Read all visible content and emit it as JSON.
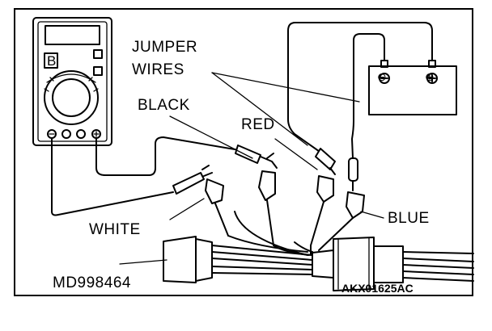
{
  "labels": {
    "jumper_wires_line1": "JUMPER",
    "jumper_wires_line2": "WIRES",
    "black": "BLACK",
    "red": "RED",
    "white": "WHITE",
    "blue": "BLUE",
    "tool": "MD998464",
    "figure_code": "AKX01625AC",
    "meter_mode": "B"
  },
  "battery": {
    "negative": "⊖",
    "positive": "⊕"
  }
}
